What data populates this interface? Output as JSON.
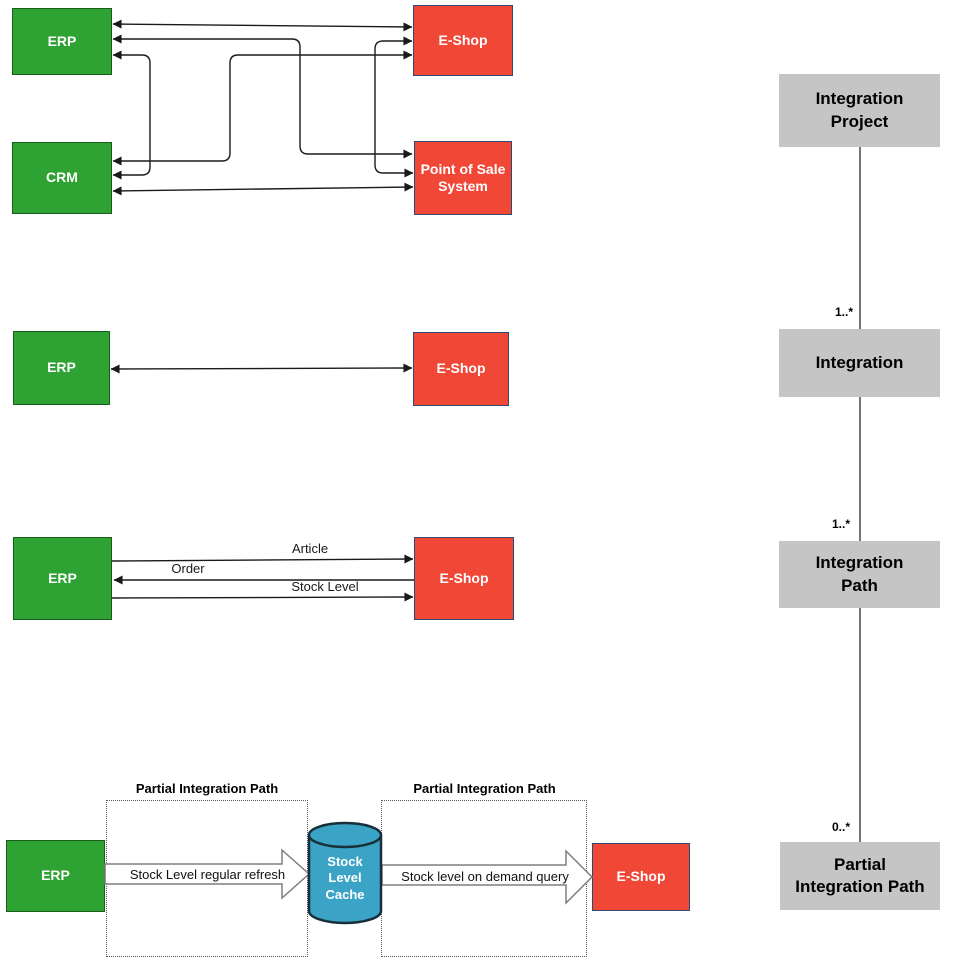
{
  "colors": {
    "system_green": "#2EA232",
    "system_red": "#F04737",
    "red_box_border": "#2b4a70",
    "green_box_border": "#1a5c1a",
    "class_box_gray": "#C5C5C5",
    "cache_cylinder_blue": "#3BA3C5",
    "connector_line": "#1a1a1a",
    "block_arrow_outline": "#7f7f7f"
  },
  "p2p_diagram": {
    "erp": "ERP",
    "crm": "CRM",
    "eshop": "E-Shop",
    "pos": "Point of Sale\nSystem"
  },
  "integration_diagram": {
    "erp": "ERP",
    "eshop": "E-Shop"
  },
  "path_diagram": {
    "erp": "ERP",
    "eshop": "E-Shop",
    "flows": [
      "Article",
      "Order",
      "Stock Level"
    ]
  },
  "partial_diagram": {
    "header1": "Partial Integration Path",
    "header2": "Partial Integration Path",
    "erp": "ERP",
    "eshop": "E-Shop",
    "cache": "Stock\nLevel\nCache",
    "arrow1": "Stock Level regular refresh",
    "arrow2": "Stock level on demand query"
  },
  "hierarchy": {
    "levels": [
      {
        "label": "Integration\nProject"
      },
      {
        "label": "Integration",
        "mult": "1..*"
      },
      {
        "label": "Integration\nPath",
        "mult": "1..*"
      },
      {
        "label": "Partial\nIntegration Path",
        "mult": "0..*"
      }
    ]
  }
}
